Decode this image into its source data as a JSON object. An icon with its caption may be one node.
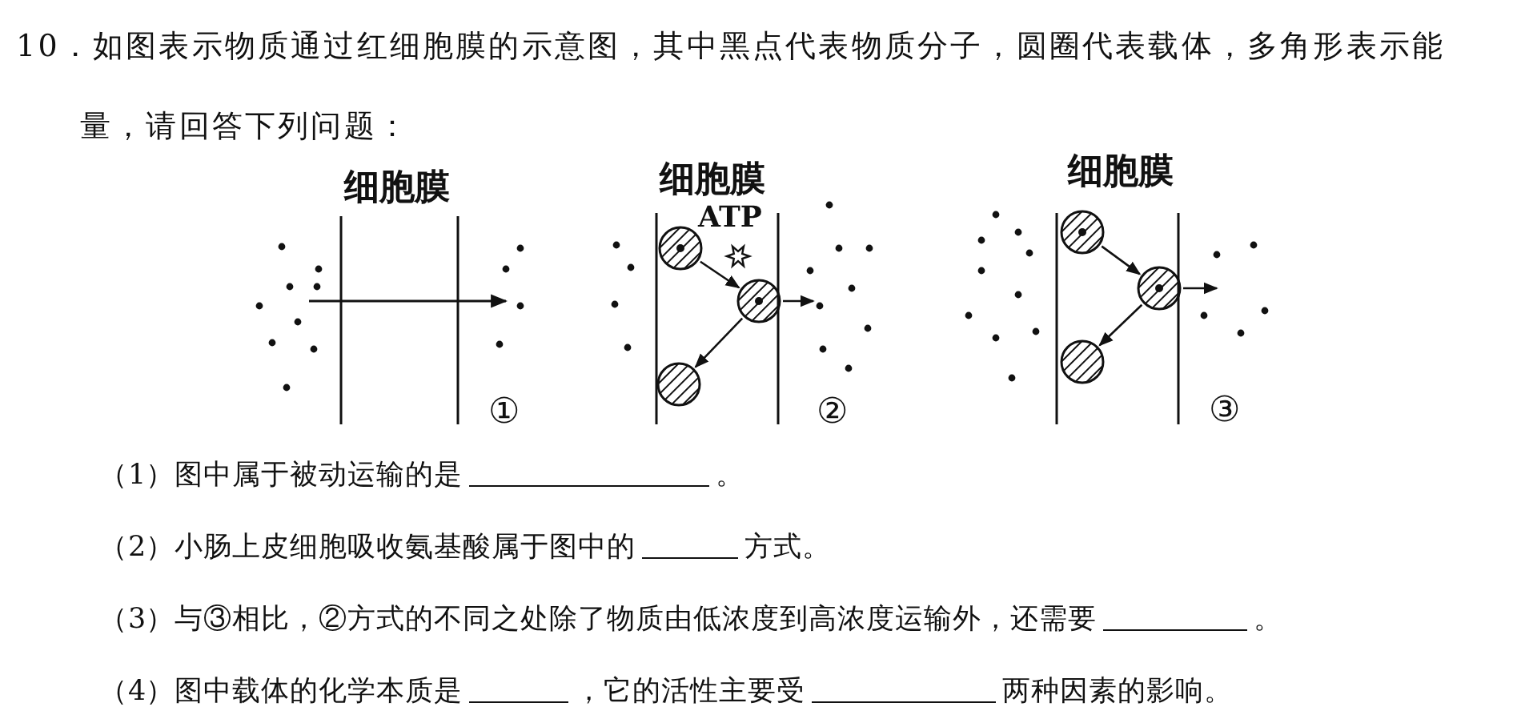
{
  "diagram": {
    "title": "10．如图表示物质通过红细胞膜的示意图，其中黑点代表物质分子，圆圈代表载体，多角形表示能量，请回答下列问题：",
    "nodes": [
      {
        "text": [],
        "shape": "circle"
      },
      {
        "text": [],
        "shape": "circle"
      },
      {
        "text": [],
        "shape": "circle"
      },
      {
        "text": [],
        "shape": "circle"
      },
      {
        "text": [],
        "shape": "circle"
      },
      {
        "text": [],
        "shape": "circle"
      }
    ],
    "edges": [
      {
        "from": 0,
        "to": 1,
        "arrow": "to"
      },
      {
        "from": 1,
        "to": 2,
        "arrow": "to"
      },
      {
        "from": 1,
        "to": null,
        "arrow": "to"
      },
      {
        "from": 3,
        "to": 4,
        "arrow": "to"
      },
      {
        "from": 4,
        "to": 5,
        "arrow": "to"
      },
      {
        "from": 4,
        "to": null,
        "arrow": "to"
      }
    ],
    "labels": [
      "细胞膜",
      "细胞膜",
      "ATP",
      "细胞膜",
      "①",
      "②",
      "③",
      "（1）图中属于被动运输的是",
      "。",
      "（2）小肠上皮细胞吸收氨基酸属于图中的",
      "方式。",
      "（3）与③相比，②方式的不同之处除了物质由低浓度到高浓度运输外，还需要",
      "。",
      "（4）图中载体的化学本质是",
      "，它的活性主要受",
      "两种因素的影响。"
    ]
  }
}
